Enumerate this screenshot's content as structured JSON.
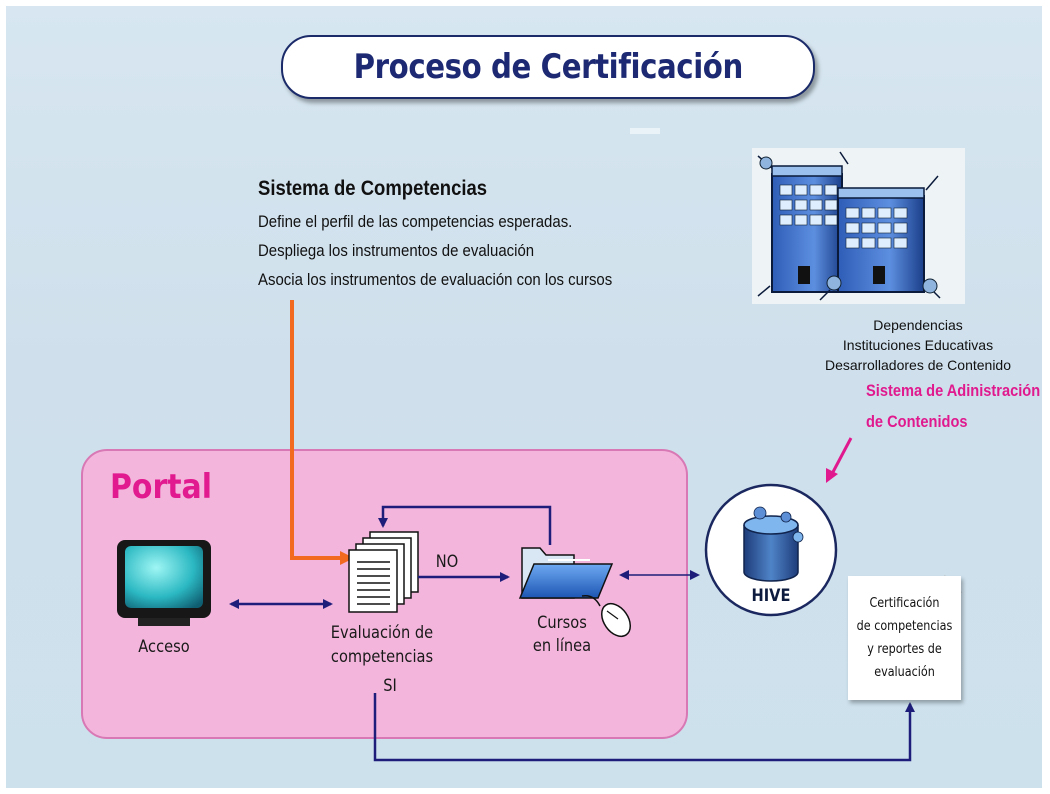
{
  "title": "Proceso de Certificación",
  "portal_label": "Portal",
  "sistema_competencias": {
    "title": "Sistema de Competencias",
    "lines": [
      "Define el perfil de las competencias esperadas.",
      "Despliega los instrumentos de evaluación",
      "Asocia los instrumentos de evaluación con los cursos"
    ]
  },
  "organizations": [
    "Dependencias",
    "Instituciones Educativas",
    "Desarrolladores de Contenido"
  ],
  "sistema_administracion": [
    "Sistema de Adinistración",
    "de Contenidos"
  ],
  "nodes": {
    "acceso": "Acceso",
    "evaluacion": [
      "Evaluación de",
      "competencias"
    ],
    "cursos": [
      "Cursos",
      "en línea"
    ],
    "hive": "HIVE",
    "certificacion": [
      "Certificación",
      "de competencias",
      "y reportes de",
      "evaluación"
    ]
  },
  "edge_labels": {
    "no": "NO",
    "si": "SI"
  },
  "colors": {
    "background": "#d4e4ee",
    "title_text": "#1d2a73",
    "portal_fill": "#f3b5dc",
    "portal_text": "#e21a8f",
    "orange_arrow": "#f26a1f",
    "navy_arrow": "#1e1e7a",
    "magenta": "#e01a8e"
  },
  "icons": [
    "monitor-icon",
    "documents-icon",
    "folder-icon",
    "mouse-icon",
    "database-icon",
    "buildings-icon"
  ]
}
